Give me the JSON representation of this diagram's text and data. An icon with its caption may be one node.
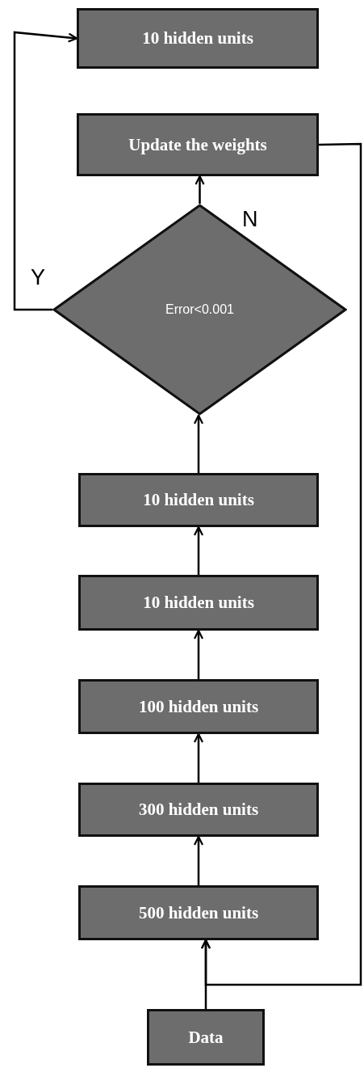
{
  "diagram": {
    "nodes": [
      {
        "text": [
          "10 hidden units"
        ]
      },
      {
        "text": [
          "Update the weights"
        ]
      },
      {
        "text": [
          "Error<0.001"
        ]
      },
      {
        "text": [
          "10 hidden units"
        ]
      },
      {
        "text": [
          "10 hidden units"
        ]
      },
      {
        "text": [
          "100 hidden units"
        ]
      },
      {
        "text": [
          "300 hidden units"
        ]
      },
      {
        "text": [
          "500 hidden units"
        ]
      },
      {
        "text": [
          "Data"
        ]
      }
    ],
    "edges": [
      {
        "from": 8,
        "to": 7,
        "arrow": "to"
      },
      {
        "from": 7,
        "to": 6,
        "arrow": "to"
      },
      {
        "from": 6,
        "to": 5,
        "arrow": "to"
      },
      {
        "from": 5,
        "to": 4,
        "arrow": "to"
      },
      {
        "from": 4,
        "to": 3,
        "arrow": "to"
      },
      {
        "from": 3,
        "to": 2,
        "arrow": "to"
      },
      {
        "from": 2,
        "to": 1,
        "arrow": "to",
        "label": "N"
      },
      {
        "from": 2,
        "to": 0,
        "arrow": "to",
        "label": "Y"
      },
      {
        "from": 1,
        "to": 7,
        "arrow": "to"
      }
    ]
  }
}
